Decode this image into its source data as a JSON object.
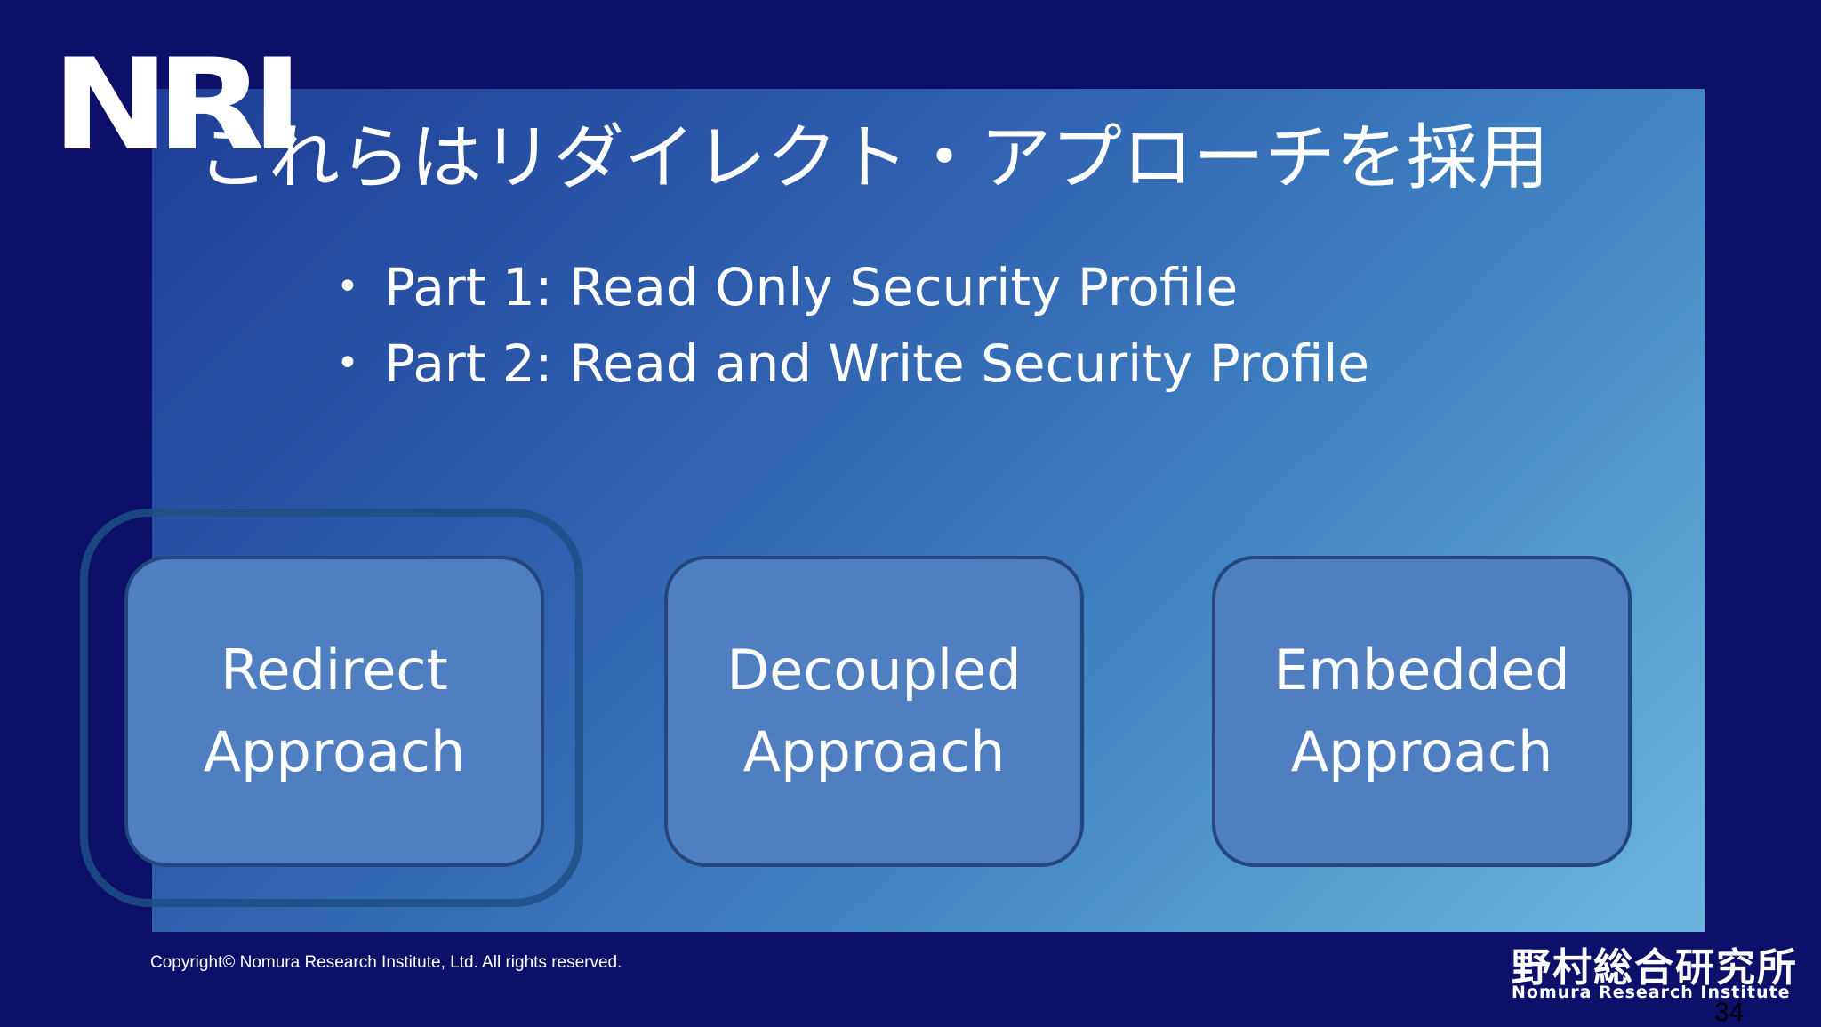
{
  "header": {
    "logo_text": "NRI",
    "title": "これらはリダイレクト・アプローチを採用"
  },
  "bullets": [
    "Part 1: Read Only Security Profile",
    "Part 2: Read and Write Security Profile"
  ],
  "approaches": [
    {
      "line1": "Redirect",
      "line2": "Approach",
      "highlighted": true
    },
    {
      "line1": "Decoupled",
      "line2": "Approach",
      "highlighted": false
    },
    {
      "line1": "Embedded",
      "line2": "Approach",
      "highlighted": false
    }
  ],
  "footer": {
    "copyright": "Copyright© Nomura Research Institute, Ltd. All rights reserved.",
    "logo_jp": "野村総合研究所",
    "logo_en": "Nomura Research Institute",
    "page_number": "34"
  },
  "colors": {
    "background": "#0c1068",
    "box_fill": "#4f7fc0",
    "box_border": "#24467c",
    "highlight_ring": "#1f4f86"
  }
}
